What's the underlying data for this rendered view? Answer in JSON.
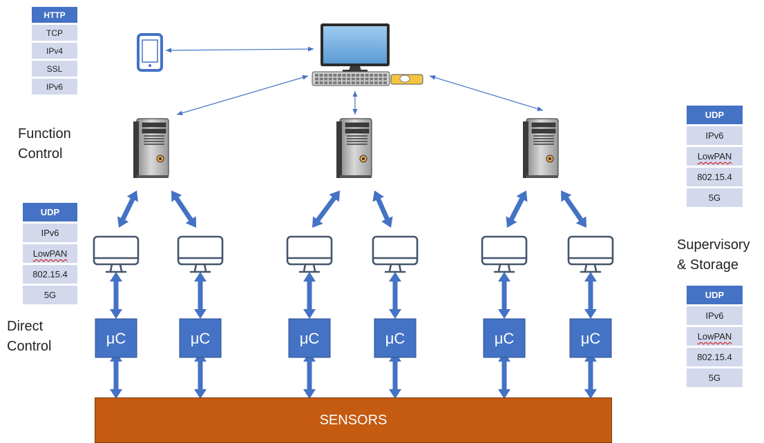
{
  "protocol_stacks": {
    "top_left": {
      "layers": [
        "HTTP",
        "TCP",
        "IPv4",
        "SSL",
        "IPv6"
      ]
    },
    "left": {
      "layers": [
        "UDP",
        "IPv6",
        "LowPAN",
        "802.15.4",
        "5G"
      ]
    },
    "right_top": {
      "layers": [
        "UDP",
        "IPv6",
        "LowPAN",
        "802.15.4",
        "5G"
      ]
    },
    "right_bottom": {
      "layers": [
        "UDP",
        "IPv6",
        "LowPAN",
        "802.15.4",
        "5G"
      ]
    }
  },
  "labels": {
    "function_control": [
      "Function",
      "Control"
    ],
    "direct_control": [
      "Direct",
      "Control"
    ],
    "supervisory_storage": [
      "Supervisory",
      "& Storage"
    ]
  },
  "microcontroller_label": "μC",
  "sensors_label": "SENSORS",
  "colors": {
    "header_cell": "#4472c4",
    "layer_cell": "#d4d8ec",
    "link_arrow": "#4472c4",
    "thin_link": "#4472c4",
    "microcontroller": "#4472c4",
    "sensors_bar": "#c55a11",
    "monitor_outline": "#44546a"
  },
  "icons": {
    "tablet": "tablet-icon",
    "workstation": "desktop-computer-icon",
    "server": "server-tower-icon",
    "monitor": "monitor-icon"
  }
}
